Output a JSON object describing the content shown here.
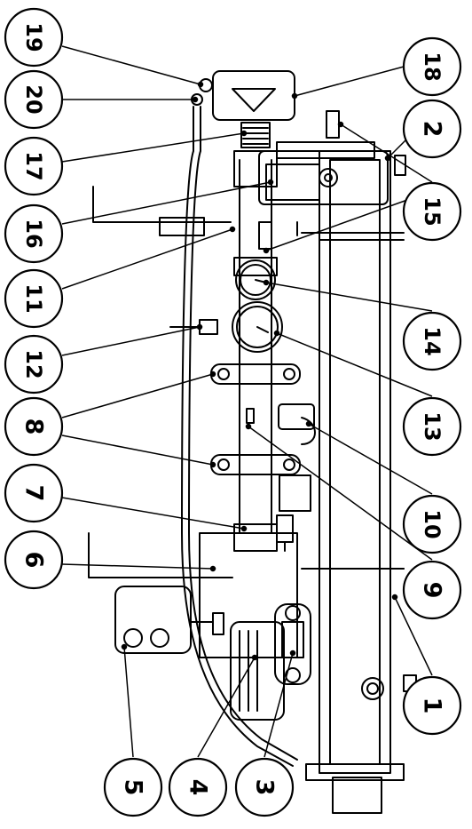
{
  "diagram": {
    "callouts": [
      {
        "id": "19",
        "label": "19"
      },
      {
        "id": "20",
        "label": "20"
      },
      {
        "id": "17",
        "label": "17"
      },
      {
        "id": "16",
        "label": "16"
      },
      {
        "id": "11",
        "label": "11"
      },
      {
        "id": "12",
        "label": "12"
      },
      {
        "id": "8a",
        "label": "8"
      },
      {
        "id": "7",
        "label": "7"
      },
      {
        "id": "6",
        "label": "6"
      },
      {
        "id": "5",
        "label": "5"
      },
      {
        "id": "4",
        "label": "4"
      },
      {
        "id": "3",
        "label": "3"
      },
      {
        "id": "1",
        "label": "1"
      },
      {
        "id": "9",
        "label": "9"
      },
      {
        "id": "10",
        "label": "10"
      },
      {
        "id": "13",
        "label": "13"
      },
      {
        "id": "14",
        "label": "14"
      },
      {
        "id": "15",
        "label": "15"
      },
      {
        "id": "2",
        "label": "2"
      },
      {
        "id": "18",
        "label": "18"
      }
    ],
    "colors": {
      "line": "#000000",
      "background": "#ffffff"
    }
  }
}
